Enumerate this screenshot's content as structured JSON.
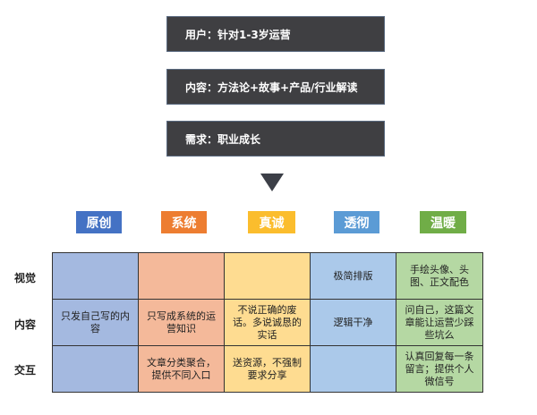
{
  "header_bars": [
    {
      "label": "用户：针对1-3岁运营"
    },
    {
      "label": "内容：方法论+故事+产品/行业解读"
    },
    {
      "label": "需求：职业成长"
    }
  ],
  "arrow": {
    "icon": "triangle-down-icon",
    "color": "#3c3f47"
  },
  "columns": [
    {
      "label": "原创",
      "tag_color": "#4472c4",
      "cell_color": "#a4b9e0"
    },
    {
      "label": "系统",
      "tag_color": "#ed7d31",
      "cell_color": "#f4b99a"
    },
    {
      "label": "真诚",
      "tag_color": "#fbbd2d",
      "cell_color": "#fedc91"
    },
    {
      "label": "透彻",
      "tag_color": "#5b9bd5",
      "cell_color": "#abc9ea"
    },
    {
      "label": "温暖",
      "tag_color": "#70ad47",
      "cell_color": "#b5d8a3"
    }
  ],
  "rows": [
    {
      "label": "视觉",
      "cells": [
        "",
        "",
        "",
        "极简排版",
        "手绘头像、头图、正文配色"
      ]
    },
    {
      "label": "内容",
      "cells": [
        "只发自己写的内容",
        "只写成系统的运营知识",
        "不说正确的废话。多说诚恳的实话",
        "逻辑干净",
        "问自己，这篇文章能让运营少踩些坑么"
      ]
    },
    {
      "label": "交互",
      "cells": [
        "",
        "文章分类聚合，提供不同入口",
        "送资源，不强制要求分享",
        "",
        "认真回复每一条留言；提供个人微信号"
      ]
    }
  ]
}
